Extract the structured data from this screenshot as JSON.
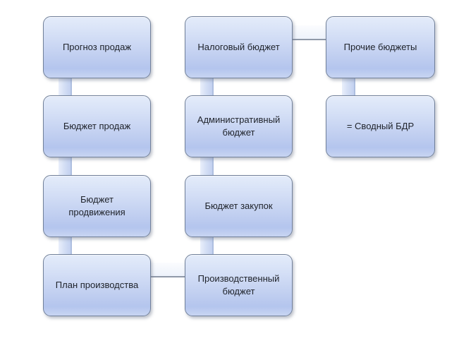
{
  "diagram": {
    "type": "flowchart",
    "background_color": "#ffffff",
    "node_style": {
      "fill_top": "#e4ecfa",
      "fill_bottom": "#b4c5ee",
      "border_color": "#71809a",
      "text_color": "#20242c"
    },
    "connector_style": {
      "fill": "#d2ddf4",
      "edge_color": "#aebfe0"
    },
    "nodes": [
      {
        "id": "sales-forecast",
        "label": "Прогноз продаж",
        "col": 1,
        "row": 1
      },
      {
        "id": "sales-budget",
        "label": "Бюджет продаж",
        "col": 1,
        "row": 2
      },
      {
        "id": "promotion-budget",
        "label": "Бюджет\nпродвижения",
        "col": 1,
        "row": 3
      },
      {
        "id": "production-plan",
        "label": "План производства",
        "col": 1,
        "row": 4
      },
      {
        "id": "tax-budget",
        "label": "Налоговый бюджет",
        "col": 2,
        "row": 1
      },
      {
        "id": "administrative-budget",
        "label": "Административный\nбюджет",
        "col": 2,
        "row": 2
      },
      {
        "id": "purchasing-budget",
        "label": "Бюджет закупок",
        "col": 2,
        "row": 3
      },
      {
        "id": "production-budget",
        "label": "Производственный\nбюджет",
        "col": 2,
        "row": 4
      },
      {
        "id": "other-budgets",
        "label": "Прочие бюджеты",
        "col": 3,
        "row": 1
      },
      {
        "id": "consolidated-bdr",
        "label": "= Сводный БДР",
        "col": 3,
        "row": 2
      }
    ],
    "connections": [
      {
        "from": "sales-forecast",
        "to": "sales-budget",
        "orientation": "vertical"
      },
      {
        "from": "sales-budget",
        "to": "promotion-budget",
        "orientation": "vertical"
      },
      {
        "from": "promotion-budget",
        "to": "production-plan",
        "orientation": "vertical"
      },
      {
        "from": "tax-budget",
        "to": "administrative-budget",
        "orientation": "vertical"
      },
      {
        "from": "administrative-budget",
        "to": "purchasing-budget",
        "orientation": "vertical"
      },
      {
        "from": "purchasing-budget",
        "to": "production-budget",
        "orientation": "vertical"
      },
      {
        "from": "other-budgets",
        "to": "consolidated-bdr",
        "orientation": "vertical"
      },
      {
        "from": "tax-budget",
        "to": "other-budgets",
        "orientation": "horizontal"
      },
      {
        "from": "production-plan",
        "to": "production-budget",
        "orientation": "horizontal"
      }
    ]
  }
}
